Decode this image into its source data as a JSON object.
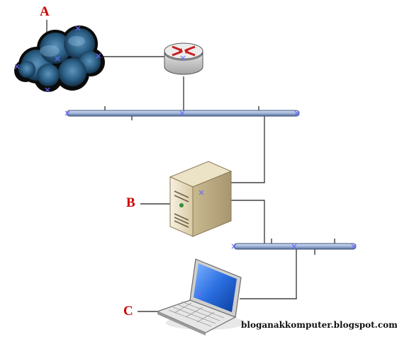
{
  "labels": {
    "a": "A",
    "b": "B",
    "c": "C"
  },
  "watermark": "bloganakkomputer.blogspot.com",
  "icons": {
    "cloud": "internet-cloud-icon",
    "router": "router-icon",
    "server": "server-tower-icon",
    "laptop": "laptop-icon"
  },
  "colors": {
    "label": "#cc0000",
    "bus": "#9eb3d8",
    "bus_outline": "#3a4f7a",
    "line": "#404040",
    "marker": "#6b6bff",
    "cloud": "#1f4a6b",
    "server_body": "#e9dfc6"
  }
}
